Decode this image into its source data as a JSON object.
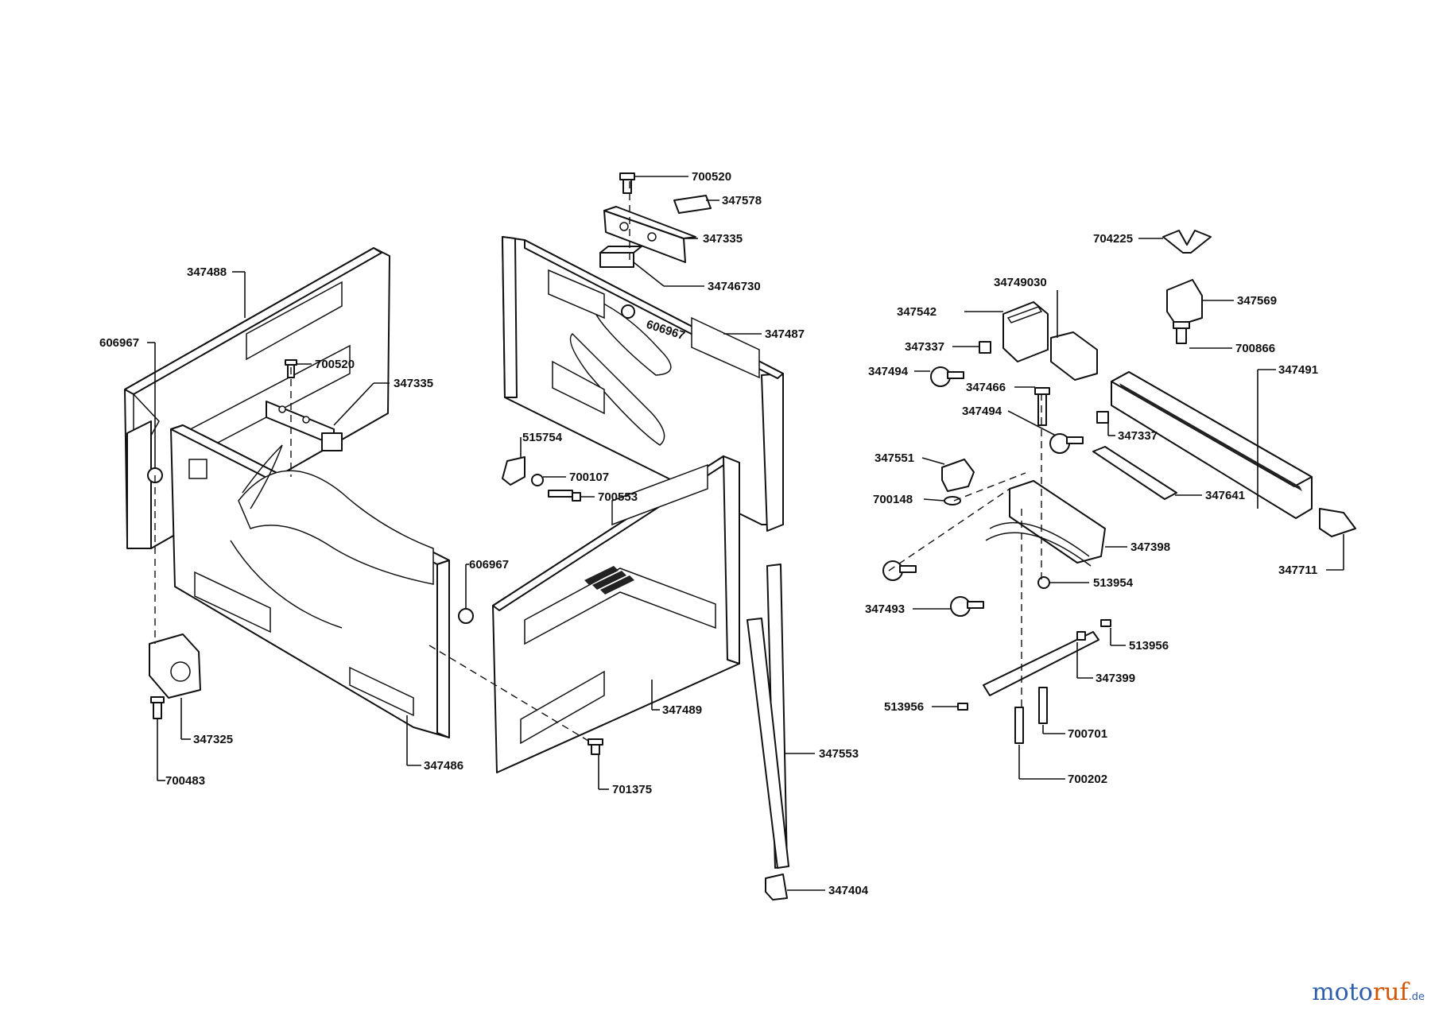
{
  "diagram": {
    "labels": {
      "l_700520_top": "700520",
      "l_347578": "347578",
      "l_347335_top": "347335",
      "l_34746730": "34746730",
      "l_347487": "347487",
      "l_606967_mid": "606967",
      "l_347488": "347488",
      "l_606967_left": "606967",
      "l_700520_left": "700520",
      "l_347335_left": "347335",
      "l_515754": "515754",
      "l_700107": "700107",
      "l_700553": "700553",
      "l_606967_low": "606967",
      "l_347325": "347325",
      "l_700483": "700483",
      "l_347486": "347486",
      "l_347489": "347489",
      "l_701375": "701375",
      "l_347553": "347553",
      "l_347404": "347404",
      "l_704225": "704225",
      "l_347569": "347569",
      "l_700866": "700866",
      "l_34749030": "34749030",
      "l_347542": "347542",
      "l_347337_a": "347337",
      "l_347494_a": "347494",
      "l_347466": "347466",
      "l_347494_b": "347494",
      "l_347491": "347491",
      "l_347337_b": "347337",
      "l_347551": "347551",
      "l_700148": "700148",
      "l_347641": "347641",
      "l_347398": "347398",
      "l_347711": "347711",
      "l_513954": "513954",
      "l_347493": "347493",
      "l_513956_r": "513956",
      "l_347399": "347399",
      "l_513956_l": "513956",
      "l_700701": "700701",
      "l_700202": "700202"
    },
    "watermark": {
      "part1": "moto",
      "part2": "ruf",
      "suffix": ".de"
    }
  }
}
